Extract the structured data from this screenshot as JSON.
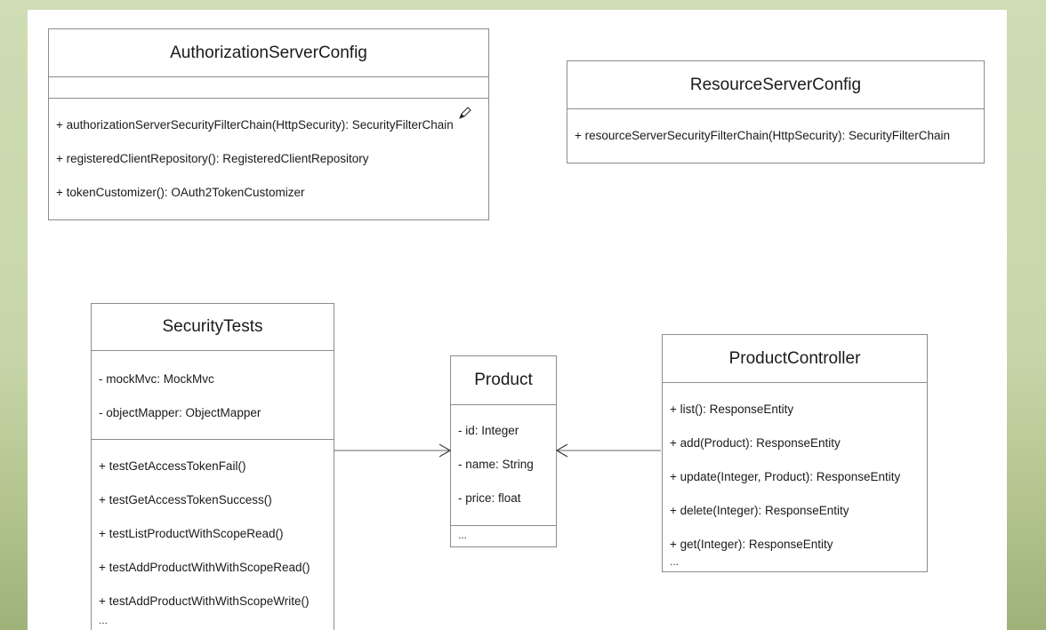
{
  "classes": {
    "auth": {
      "name": "AuthorizationServerConfig",
      "methods": [
        "+ authorizationServerSecurityFilterChain(HttpSecurity): SecurityFilterChain",
        "+ registeredClientRepository(): RegisteredClientRepository",
        "+ tokenCustomizer(): OAuth2TokenCustomizer"
      ]
    },
    "resource": {
      "name": "ResourceServerConfig",
      "methods": [
        "+ resourceServerSecurityFilterChain(HttpSecurity): SecurityFilterChain"
      ]
    },
    "tests": {
      "name": "SecurityTests",
      "attributes": [
        "- mockMvc: MockMvc",
        "- objectMapper: ObjectMapper"
      ],
      "methods": [
        "+ testGetAccessTokenFail()",
        "+ testGetAccessTokenSuccess()",
        "+ testListProductWithScopeRead()",
        "+ testAddProductWithWithScopeRead()",
        "+ testAddProductWithWithScopeWrite()"
      ],
      "ellipsis": "..."
    },
    "product": {
      "name": "Product",
      "attributes": [
        "- id: Integer",
        "- name: String",
        "- price: float"
      ],
      "ellipsis": "..."
    },
    "controller": {
      "name": "ProductController",
      "methods": [
        "+ list(): ResponseEntity",
        "+ add(Product): ResponseEntity",
        "+ update(Integer, Product): ResponseEntity",
        "+ delete(Integer): ResponseEntity",
        "+ get(Integer): ResponseEntity"
      ],
      "ellipsis": "..."
    }
  },
  "relations": [
    {
      "from": "SecurityTests",
      "to": "Product",
      "type": "dependency"
    },
    {
      "from": "ProductController",
      "to": "Product",
      "type": "dependency"
    }
  ],
  "colors": {
    "background": "#c8d6aa",
    "canvas": "#ffffff",
    "border": "#8c8c8c",
    "text": "#1a1a1a"
  },
  "icons": [
    "pencil-cursor-icon"
  ]
}
